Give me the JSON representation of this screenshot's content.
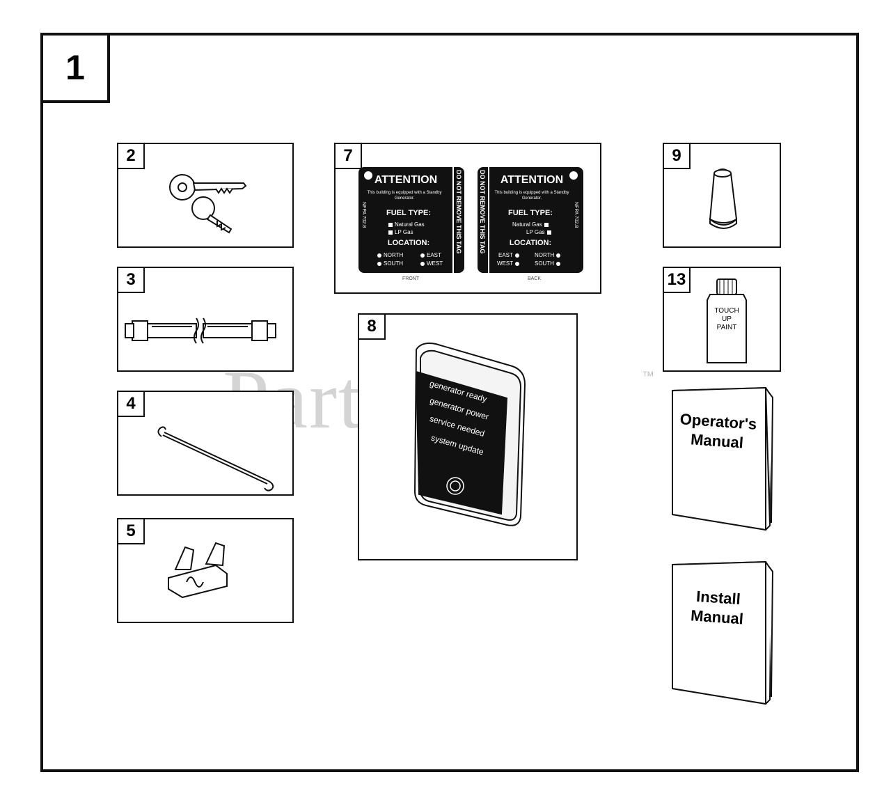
{
  "diagram": {
    "main_number": "1",
    "watermark": "PartsTree",
    "trademark": "™",
    "items": {
      "keys": "2",
      "hose": "3",
      "rod": "4",
      "fuse": "5",
      "tag": "7",
      "display": "8",
      "knob": "9",
      "paint": "13"
    },
    "tag_front": {
      "title": "ATTENTION",
      "subtitle": "This building is equipped with a Standby Generator.",
      "fuel_type": "FUEL TYPE:",
      "natural_gas": "Natural Gas",
      "lp_gas": "LP Gas",
      "location": "LOCATION:",
      "north": "NORTH",
      "east": "EAST",
      "south": "SOUTH",
      "west": "WEST",
      "warning": "DO NOT REMOVE THIS TAG",
      "code": "NFPA 702.8",
      "caption": "FRONT"
    },
    "tag_back": {
      "title": "ATTENTION",
      "subtitle": "This building is equipped with a Standby Generator.",
      "fuel_type": "FUEL TYPE:",
      "natural_gas": "Natural Gas",
      "lp_gas": "LP Gas",
      "location": "LOCATION:",
      "east": "EAST",
      "north": "NORTH",
      "west": "WEST",
      "south": "SOUTH",
      "warning": "DO NOT REMOVE THIS TAG",
      "code": "NFPA 702.8",
      "caption": "BACK"
    },
    "display_lines": [
      "generator ready",
      "generator power",
      "service needed",
      "system update"
    ],
    "paint_label": [
      "TOUCH",
      "UP",
      "PAINT"
    ],
    "operators_manual": [
      "Operator's",
      "Manual"
    ],
    "install_manual": [
      "Install",
      "Manual"
    ]
  }
}
